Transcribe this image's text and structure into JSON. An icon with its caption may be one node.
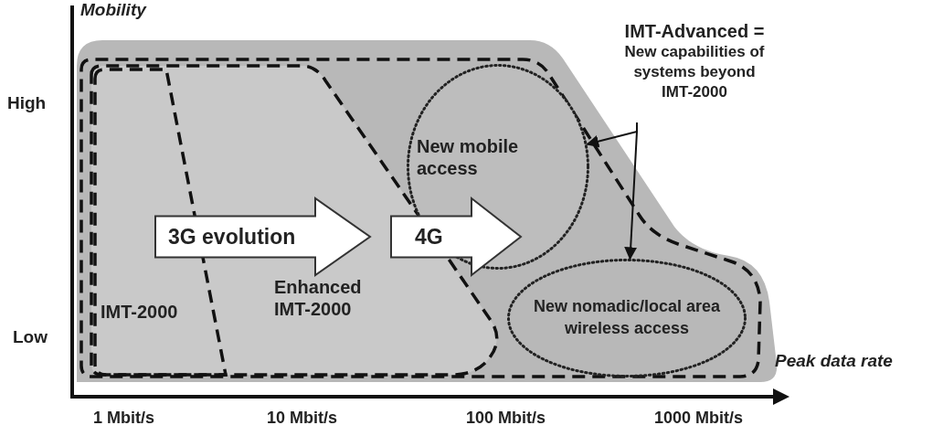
{
  "diagram": {
    "nodes": [
      {
        "text": [
          "Enhanced IMT-2000"
        ]
      },
      {
        "text": [
          "IMT-2000"
        ],
        "in": 0
      },
      {
        "text": [
          "New mobile access"
        ]
      },
      {
        "text": [
          "New nomadic/local area wireless access"
        ]
      },
      {
        "text": [
          "IMT-Advanced =",
          "New capabilities of systems beyond IMT-2000"
        ]
      }
    ],
    "edges": [
      {
        "from": 4,
        "to": 2,
        "arrow": "to"
      },
      {
        "from": 4,
        "to": 3,
        "arrow": "to"
      },
      {
        "from": 1,
        "to": null,
        "arrow": "to",
        "label": "3G evolution",
        "style": "thick"
      },
      {
        "from": 0,
        "to": 2,
        "arrow": "to",
        "label": "4G",
        "style": "thick"
      }
    ],
    "labels": [
      "Mobility",
      "High",
      "Low",
      "Peak data rate",
      "1 Mbit/s",
      "10 Mbit/s",
      "100 Mbit/s",
      "1000 Mbit/s"
    ]
  }
}
